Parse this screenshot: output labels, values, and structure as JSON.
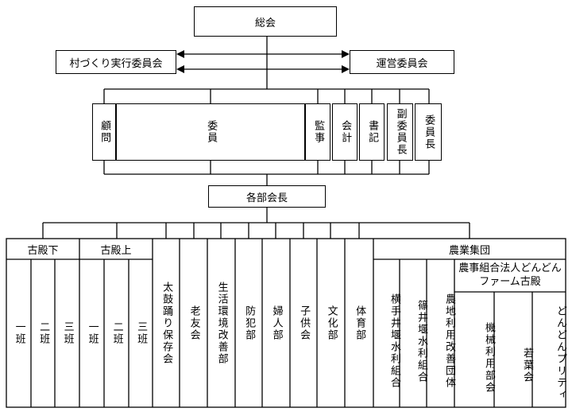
{
  "top": {
    "general_meeting": "総会"
  },
  "side": {
    "village_committee": "村づくり実行委員会",
    "steering_committee": "運営委員会"
  },
  "officers": {
    "advisor": "顧問",
    "members": "委員",
    "auditor": "監事",
    "accountant": "会計",
    "secretary": "書記",
    "vice_chair": "副委員長",
    "chair": "委員長"
  },
  "dept_heads": "各部会長",
  "kodono_shimo": {
    "title": "古殿下",
    "groups": [
      "一班",
      "二班",
      "三班"
    ]
  },
  "kodono_kami": {
    "title": "古殿上",
    "groups": [
      "一班",
      "二班",
      "三班"
    ]
  },
  "departments": [
    "太鼓踊り保存会",
    "老友会",
    "生活環境改善部",
    "防犯部",
    "婦人部",
    "子供会",
    "文化部",
    "体育部"
  ],
  "farming": {
    "title": "農業集団",
    "groups": [
      "横手井堰水利組合",
      "篠井堰水利組合",
      "農地利用改善団体"
    ],
    "corp": {
      "title": "農事組合法人どんどんファーム古殿",
      "groups": [
        "機械利用部会",
        "若葉会",
        "どんどんプリティ"
      ]
    }
  }
}
